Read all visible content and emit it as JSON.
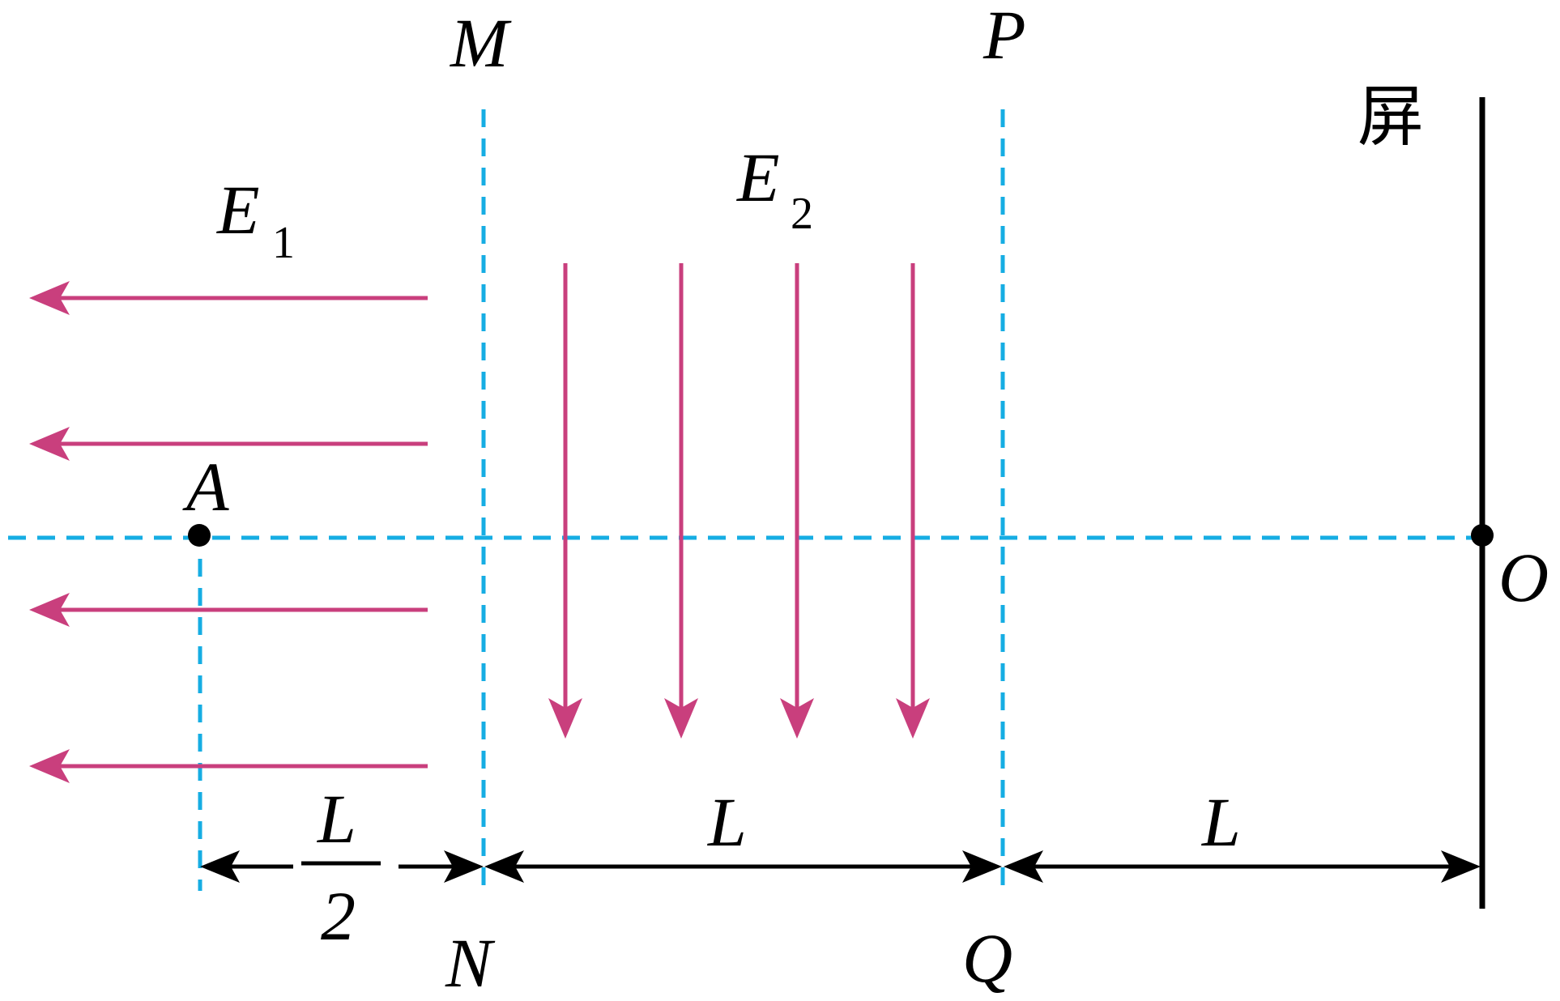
{
  "labels": {
    "M": "M",
    "N": "N",
    "P": "P",
    "Q": "Q",
    "A": "A",
    "O": "O",
    "screen": "屏",
    "E1_main": "E",
    "E1_sub": "1",
    "E2_main": "E",
    "E2_sub": "2",
    "dim_half_num": "L",
    "dim_half_den": "2",
    "dim_L_middle": "L",
    "dim_L_right": "L"
  },
  "colors": {
    "dashed_line": "#16ade3",
    "field_arrow": "#c93f7d",
    "ink": "#000000"
  }
}
